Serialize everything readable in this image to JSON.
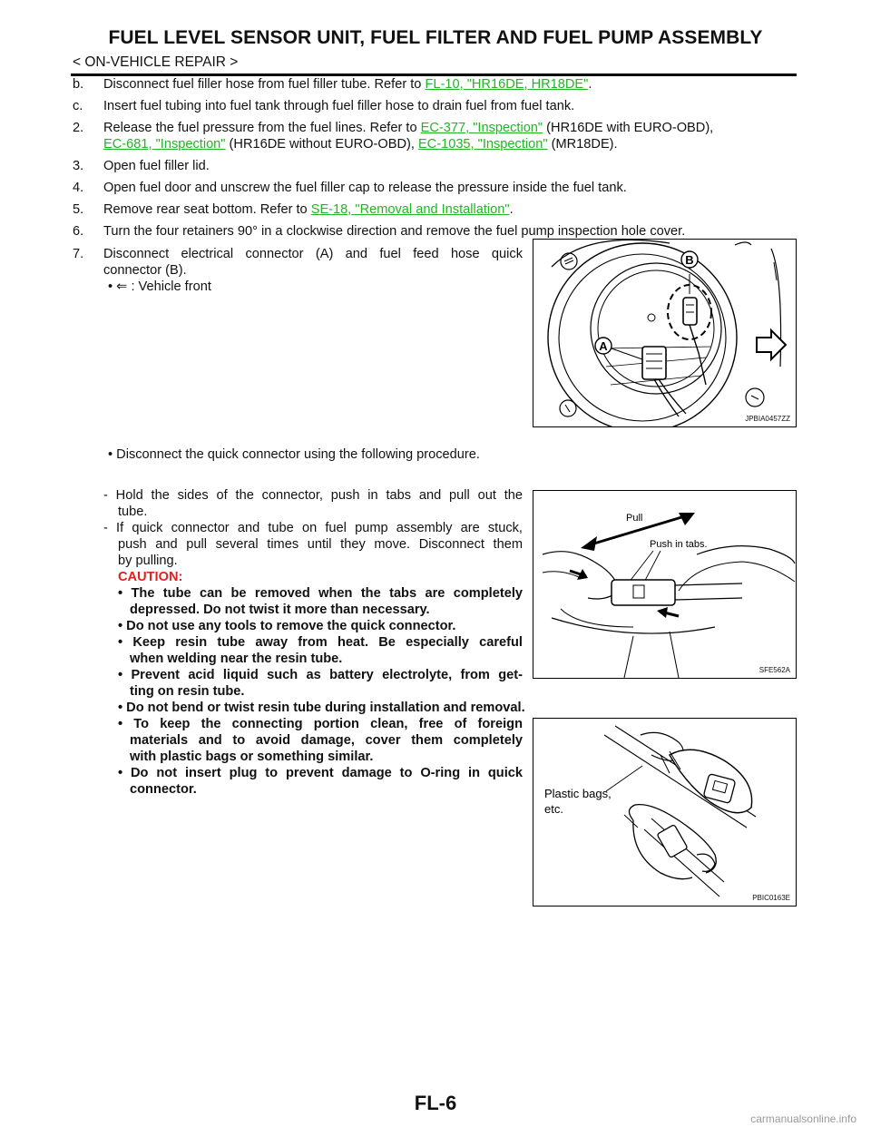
{
  "header": {
    "title": "FUEL LEVEL SENSOR UNIT, FUEL FILTER AND FUEL PUMP ASSEMBLY",
    "section": "< ON-VEHICLE REPAIR >"
  },
  "steps": {
    "b": {
      "marker": "b.",
      "text": "Disconnect fuel filler hose from fuel filler tube. Refer to ",
      "link": "FL-10, \"HR16DE, HR18DE\"",
      "tail": "."
    },
    "c": {
      "marker": "c.",
      "text": "Insert fuel tubing into fuel tank through fuel filler hose to drain fuel from fuel tank."
    },
    "s2": {
      "marker": "2.",
      "text": "Release the fuel pressure from the fuel lines. Refer to ",
      "link1": "EC-377, \"Inspection\"",
      "mid1": " (HR16DE with EURO-OBD),",
      "link2": "EC-681, \"Inspection\"",
      "mid2": " (HR16DE without EURO-OBD), ",
      "link3": "EC-1035, \"Inspection\"",
      "tail": " (MR18DE)."
    },
    "s3": {
      "marker": "3.",
      "text": "Open fuel filler lid."
    },
    "s4": {
      "marker": "4.",
      "text": "Open fuel door and unscrew the fuel filler cap to release the pressure inside the fuel tank."
    },
    "s5": {
      "marker": "5.",
      "text": "Remove rear seat bottom. Refer to ",
      "link": "SE-18, \"Removal and Installation\"",
      "tail": "."
    },
    "s6": {
      "marker": "6.",
      "text": "Turn the four retainers 90° in a clockwise direction and remove the fuel pump inspection hole cover."
    },
    "s7": {
      "marker": "7.",
      "line1": "Disconnect electrical connector (A) and fuel feed hose quick",
      "line2": "connector (B).",
      "bullet": "• ⇐ : Vehicle front"
    },
    "quick": "• Disconnect the quick connector using the following procedure.",
    "dash1": {
      "l1": "- Hold the sides of the connector, push in tabs and pull out the",
      "l2": "tube."
    },
    "dash2": {
      "l1": "- If quick connector and tube on fuel pump assembly are stuck,",
      "l2": "push and pull several times until they move. Disconnect them",
      "l3": "by pulling."
    }
  },
  "caution": {
    "heading": "CAUTION:",
    "c1a": "• The tube can be removed when the tabs are completely",
    "c1b": "depressed. Do not twist it more than necessary.",
    "c2": "• Do not use any tools to remove the quick connector.",
    "c3a": "• Keep resin tube away from heat. Be especially careful",
    "c3b": "when welding near the resin tube.",
    "c4a": "• Prevent acid liquid such as battery electrolyte, from get-",
    "c4b": "ting on resin tube.",
    "c5": "• Do not bend or twist resin tube during installation and removal.",
    "c6a": "• To keep the connecting portion clean, free of foreign",
    "c6b": "materials and to avoid damage, cover them completely",
    "c6c": "with plastic bags or something similar.",
    "c7a": "• Do not insert plug to prevent damage to O-ring in quick",
    "c7b": "connector."
  },
  "figures": {
    "fig1": {
      "id": "JPBIA0457ZZ",
      "label_a": "A",
      "label_b": "B"
    },
    "fig2": {
      "id": "SFE562A",
      "label_pull": "Pull",
      "label_push": "Push in tabs."
    },
    "fig3": {
      "id": "PBIC0163E",
      "label_bags_1": "Plastic bags,",
      "label_bags_2": "etc."
    }
  },
  "footer": {
    "page": "FL-6",
    "watermark": "carmanualsonline.info"
  }
}
